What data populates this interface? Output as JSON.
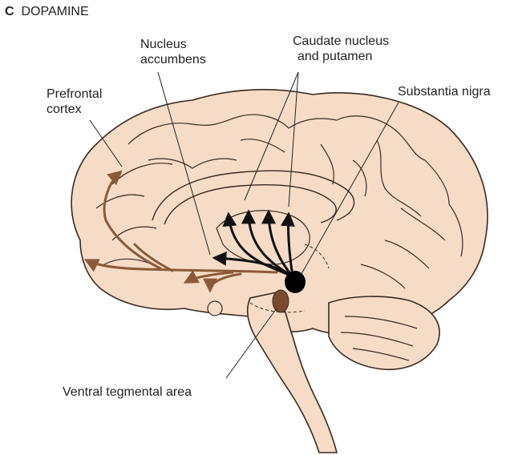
{
  "panel": {
    "letter": "C",
    "title": "DOPAMINE"
  },
  "labels": {
    "nucleus_accumbens": [
      "Nucleus",
      "accumbens"
    ],
    "caudate_putamen": [
      "Caudate nucleus",
      "and putamen"
    ],
    "prefrontal_cortex": [
      "Prefrontal",
      "cortex"
    ],
    "substantia_nigra": "Substantia nigra",
    "ventral_tegmental_area": "Ventral tegmental area"
  },
  "colors": {
    "brain_fill": "#f6dcc7",
    "brain_outline": "#3a2a20",
    "mesocortical_pathway": "#8a5a3a",
    "nigrostriatal_pathway": "#111111",
    "substantia_nigra_nucleus": "#000000",
    "vta_nucleus": "#7a4a30"
  }
}
